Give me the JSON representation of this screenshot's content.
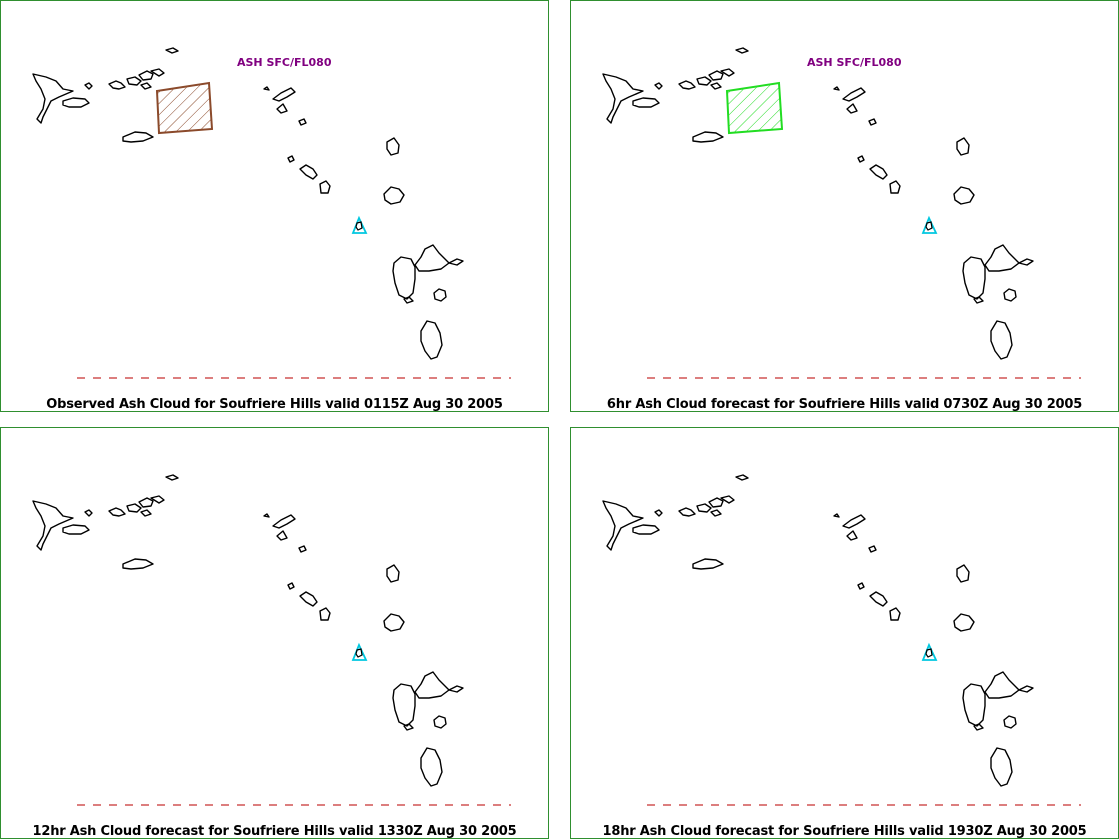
{
  "panels": [
    {
      "caption": "Observed Ash Cloud for Soufriere  Hills valid 0115Z Aug 30 2005",
      "ash_label": "ASH SFC/FL080",
      "ash_polygon_color": "#8b4a2b",
      "has_ash_cloud": true
    },
    {
      "caption": "6hr Ash Cloud forecast for Soufriere  Hills valid 0730Z Aug 30 2005",
      "ash_label": "ASH SFC/FL080",
      "ash_polygon_color": "#22dd22",
      "has_ash_cloud": true
    },
    {
      "caption": "12hr Ash Cloud forecast for Soufriere  Hills valid 1330Z Aug 30 2005",
      "has_ash_cloud": false
    },
    {
      "caption": "18hr Ash Cloud forecast for Soufriere  Hills valid 1930Z Aug 30 2005",
      "has_ash_cloud": false
    }
  ],
  "colors": {
    "panel_border": "#2f8f2f",
    "coastline": "#000000",
    "volcano_marker": "#00c8e0",
    "dashed_line": "#c83232",
    "ash_label_text": "#800080"
  },
  "icons": {
    "volcano": "volcano-triangle-icon"
  }
}
